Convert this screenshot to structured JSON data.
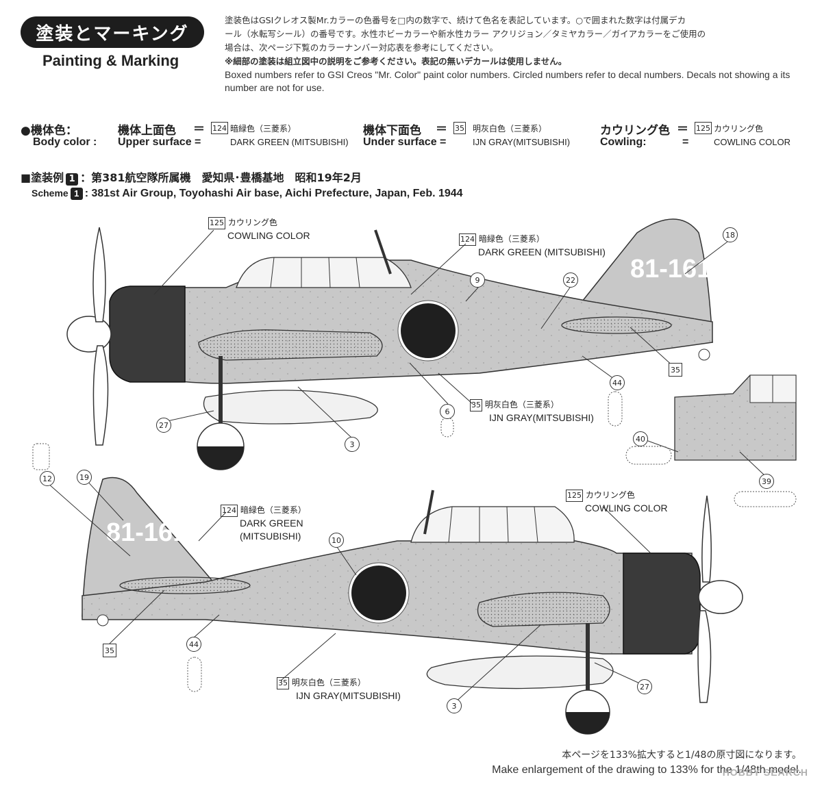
{
  "header": {
    "title_jp": "塗装とマーキング",
    "title_en": "Painting & Marking"
  },
  "intro": {
    "line1": "塗装色はGSIクレオス製Mr.カラーの色番号を□内の数字で、続けて色名を表記しています。○で囲まれた数字は付属デカ",
    "line2": "ール（水転写シール）の番号です。水性ホビーカラーや新水性カラー アクリジョン／タミヤカラー／ガイアカラーをご使用の",
    "line3": "場合は、次ページ下覧のカラーナンバー対応表を参考にしてください。",
    "line4": "※細部の塗装は組立図中の説明をご参考ください。表記の無いデカールは使用しません。",
    "line5": "Boxed numbers refer to GSI Creos \"Mr. Color\" paint color numbers. Circled numbers refer to decal numbers. Decals not showing a its number are not for use."
  },
  "body_color": {
    "label_jp": "●機体色：",
    "label_en": "Body color :",
    "upper": {
      "jp": "機体上面色",
      "en": "Upper surface =",
      "eq": "＝",
      "num": "124",
      "name_jp": "暗緑色（三菱系）",
      "name_en": "DARK GREEN (MITSUBISHI)"
    },
    "under": {
      "jp": "機体下面色",
      "en": "Under surface =",
      "eq": "＝",
      "num": "35",
      "name_jp": "明灰白色（三菱系）",
      "name_en": "IJN GRAY(MITSUBISHI)"
    },
    "cowling": {
      "jp": "カウリング色",
      "en": "Cowling:",
      "eq_jp": "＝",
      "eq_en": "=",
      "num": "125",
      "name_jp": "カウリング色",
      "name_en": "COWLING COLOR"
    }
  },
  "scheme": {
    "prefix_jp": "■塗装例",
    "num": "1",
    "text_jp": "：第381航空隊所属機　愛知県･豊橋基地　昭和19年2月",
    "prefix_en": "Scheme",
    "text_en": ": 381st Air Group, Toyohashi Air base, Aichi Prefecture, Japan, Feb. 1944"
  },
  "tail_code": "81-161",
  "callouts": {
    "cowling_jp": "カウリング色",
    "cowling_en": "COWLING COLOR",
    "cowling_num": "125",
    "dkgreen_jp": "暗緑色（三菱系）",
    "dkgreen_en": "DARK GREEN (MITSUBISHI)",
    "dkgreen_en_a": "DARK GREEN",
    "dkgreen_en_b": "(MITSUBISHI)",
    "dkgreen_num": "124",
    "gray_jp": "明灰白色（三菱系）",
    "gray_en": "IJN GRAY(MITSUBISHI)",
    "gray_num": "35"
  },
  "decals": {
    "d18": "18",
    "d9": "9",
    "d22": "22",
    "d35": "35",
    "d44": "44",
    "d6": "6",
    "d3": "3",
    "d27": "27",
    "d40": "40",
    "d39": "39",
    "d12": "12",
    "d19": "19",
    "d10": "10"
  },
  "footer": {
    "jp": "本ページを133%拡大すると1/48の原寸図になります。",
    "en": "Make enlargement of the drawing to 133% for the 1/48th model."
  },
  "watermark": "HOBBY SEARCH",
  "colors": {
    "aircraft_gray": "#c8c8c8",
    "cowling": "#3a3a3a",
    "hinomaru": "#1f1f1f",
    "ink": "#222222"
  }
}
